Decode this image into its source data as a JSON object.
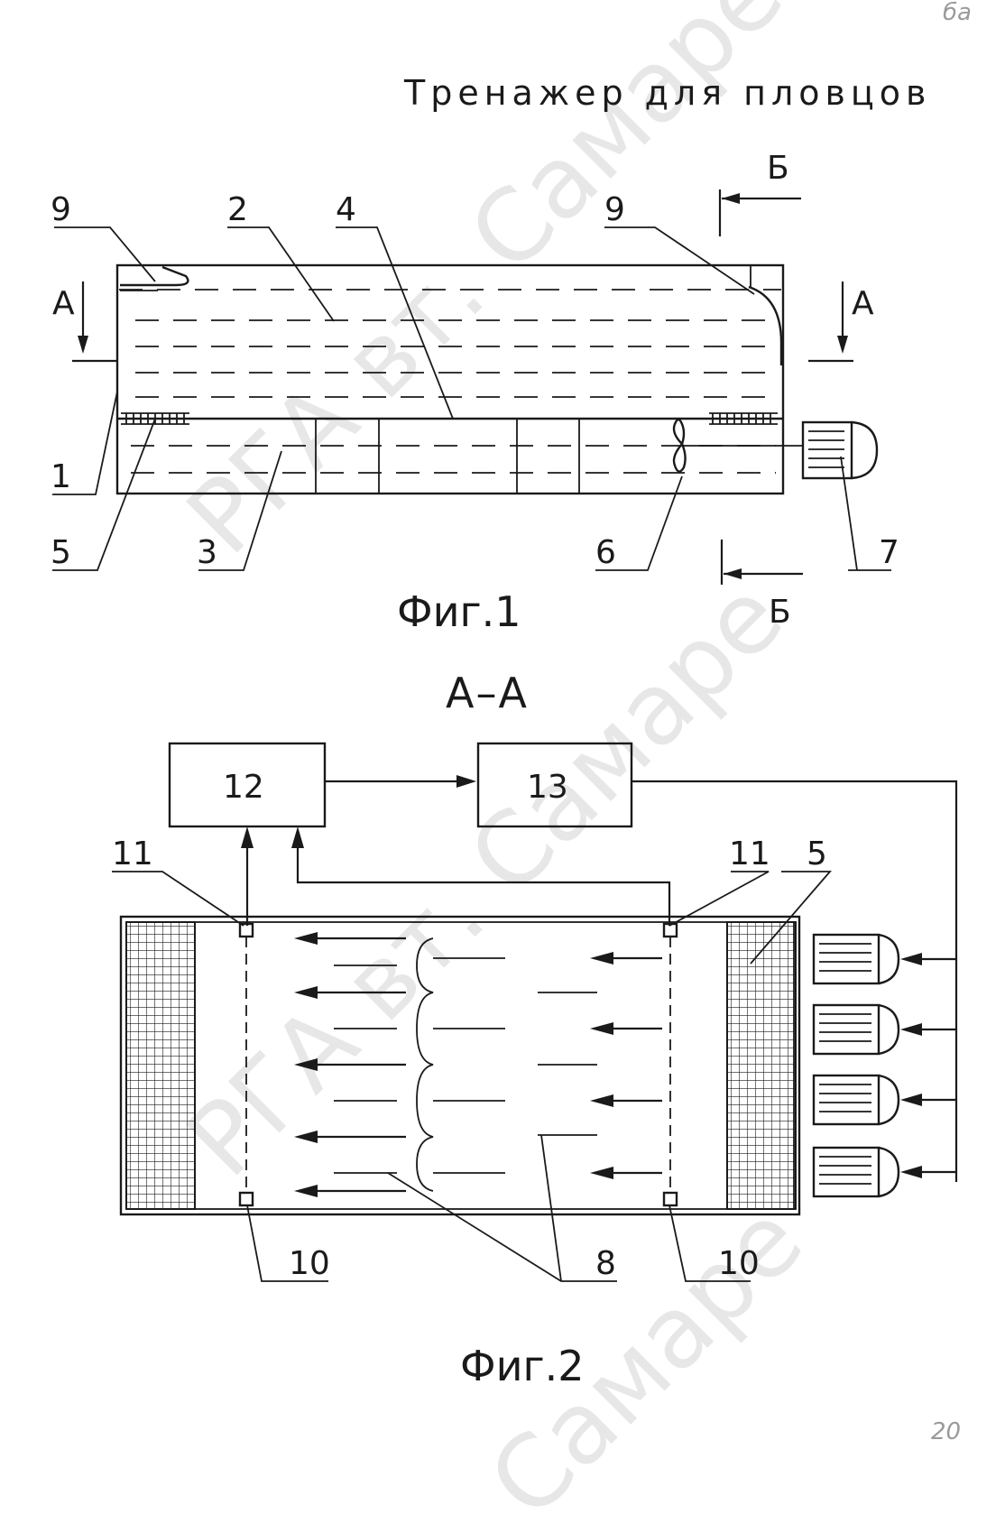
{
  "title": "Тренажер для пловцов",
  "corner_top": "ба",
  "corner_bottom": "20",
  "fig1": {
    "caption": "Фиг.1",
    "section_a": "А",
    "section_b": "Б",
    "labels": {
      "l1": "1",
      "l2": "2",
      "l3": "3",
      "l4": "4",
      "l5": "5",
      "l6": "6",
      "l7": "7",
      "l9a": "9",
      "l9b": "9"
    }
  },
  "fig2": {
    "caption": "Фиг.2",
    "section_title": "А–А",
    "block12": "12",
    "block13": "13",
    "labels": {
      "l11a": "11",
      "l11b": "11",
      "l5": "5",
      "l10a": "10",
      "l10b": "10",
      "l8": "8"
    }
  },
  "watermark": {
    "w1": "РГА вт. Самаре",
    "w2": "РГА вт. Самаре",
    "w3": "Самаре"
  }
}
